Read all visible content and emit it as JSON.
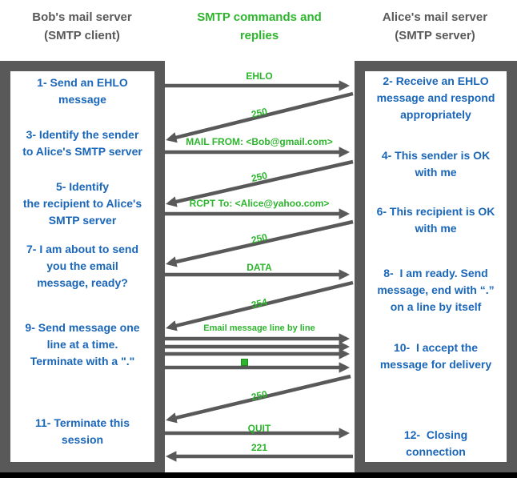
{
  "header": {
    "client_title": "Bob's mail server\n(SMTP client)",
    "center_title": "SMTP commands and\nreplies",
    "server_title": "Alice's mail server\n(SMTP server)"
  },
  "client_box": {
    "steps": [
      "1- Send an EHLO\nmessage",
      "3- Identify the sender\nto Alice's SMTP server",
      "5- Identify\nthe recipient to Alice's\nSMTP server",
      "7- I am about to send\nyou the email\nmessage, ready?",
      "9- Send message one\nline at a time.\nTerminate with a \".\"",
      "11- Terminate this\nsession"
    ]
  },
  "server_box": {
    "steps": [
      "2- Receive an EHLO\nmessage and respond\nappropriately",
      "4- This sender is OK\nwith me",
      "6- This recipient is OK\nwith me",
      "8-  I am ready. Send\nmessage, end with “.”\non a line by itself",
      "10-  I accept the\nmessage for delivery",
      "12-  Closing\nconnection"
    ]
  },
  "messages": [
    {
      "label": "EHLO",
      "direction": "client-to-server"
    },
    {
      "label": "250",
      "direction": "server-to-client"
    },
    {
      "label": "MAIL FROM: <Bob@gmail.com>",
      "direction": "client-to-server"
    },
    {
      "label": "250",
      "direction": "server-to-client"
    },
    {
      "label": "RCPT To: <Alice@yahoo.com>",
      "direction": "client-to-server"
    },
    {
      "label": "250",
      "direction": "server-to-client"
    },
    {
      "label": "DATA",
      "direction": "client-to-server"
    },
    {
      "label": "354",
      "direction": "server-to-client"
    },
    {
      "label": "Email message line by line",
      "direction": "client-to-server",
      "arrows": 3
    },
    {
      "label": ".",
      "direction": "client-to-server",
      "rendered_as": "green-square"
    },
    {
      "label": "250",
      "direction": "server-to-client"
    },
    {
      "label": "QUIT",
      "direction": "client-to-server"
    },
    {
      "label": "221",
      "direction": "server-to-client"
    }
  ],
  "colors": {
    "step_text_blue": "#1a66b8",
    "label_green": "#2db52d",
    "structure_gray": "#595959",
    "bottom_bar_black": "#000000"
  }
}
